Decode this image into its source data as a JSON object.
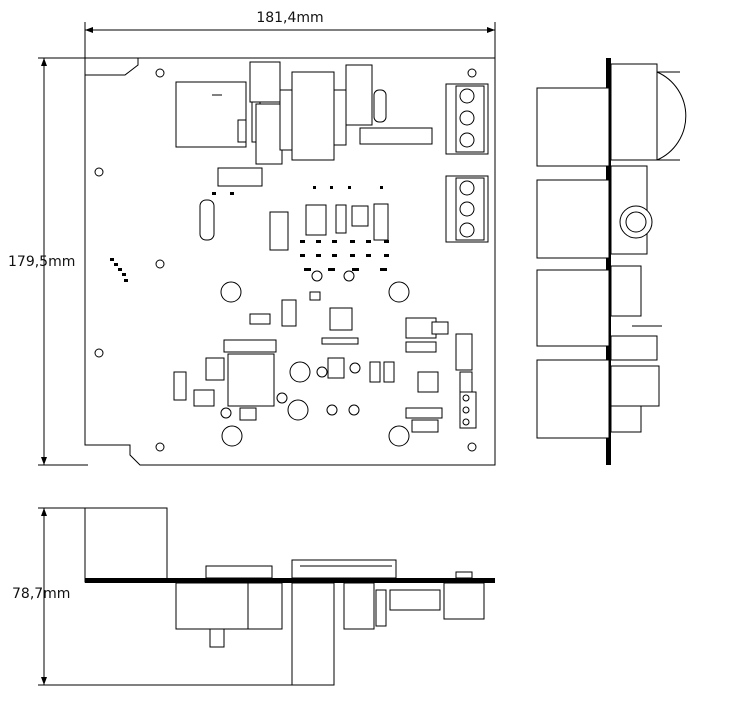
{
  "dimensions": {
    "width": "181,4mm",
    "height": "179,5mm",
    "depth": "78,7mm"
  }
}
